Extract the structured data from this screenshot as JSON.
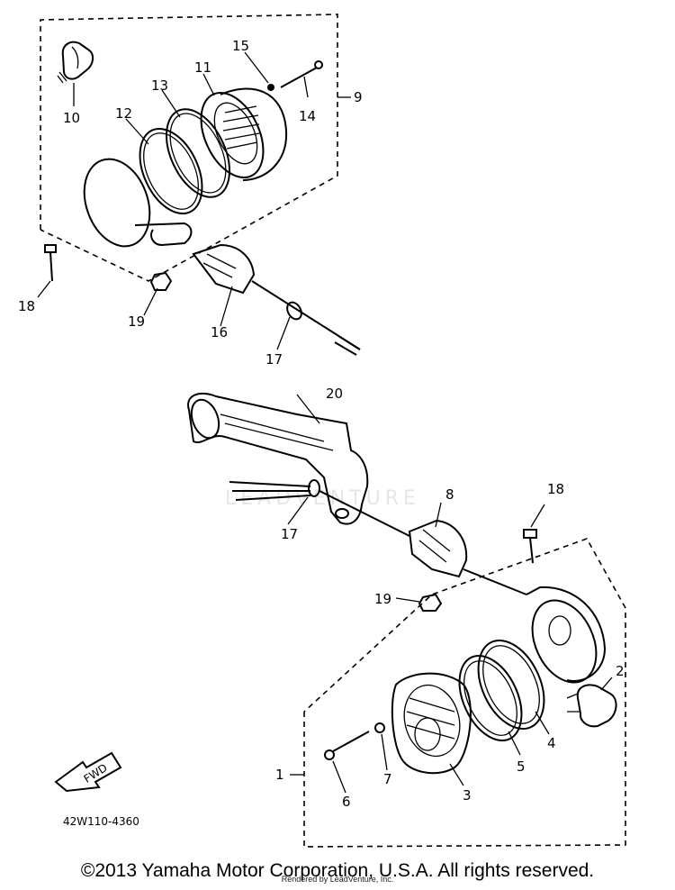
{
  "diagram": {
    "part_code": "42W110-4360",
    "fwd_label": "FWD",
    "watermark": "LEADVENTURE",
    "callouts": {
      "c1": "1",
      "c2": "2",
      "c3": "3",
      "c4": "4",
      "c5": "5",
      "c6": "6",
      "c7": "7",
      "c8": "8",
      "c9": "9",
      "c10": "10",
      "c11": "11",
      "c12": "12",
      "c13": "13",
      "c14": "14",
      "c15": "15",
      "c16": "16",
      "c17a": "17",
      "c17b": "17",
      "c18a": "18",
      "c18b": "18",
      "c19a": "19",
      "c19b": "19",
      "c20": "20"
    }
  },
  "footer": {
    "copyright": "©2013 Yamaha Motor Corporation, U.S.A. All rights reserved.",
    "rendered_by": "Rendered by LeadVenture, Inc."
  }
}
